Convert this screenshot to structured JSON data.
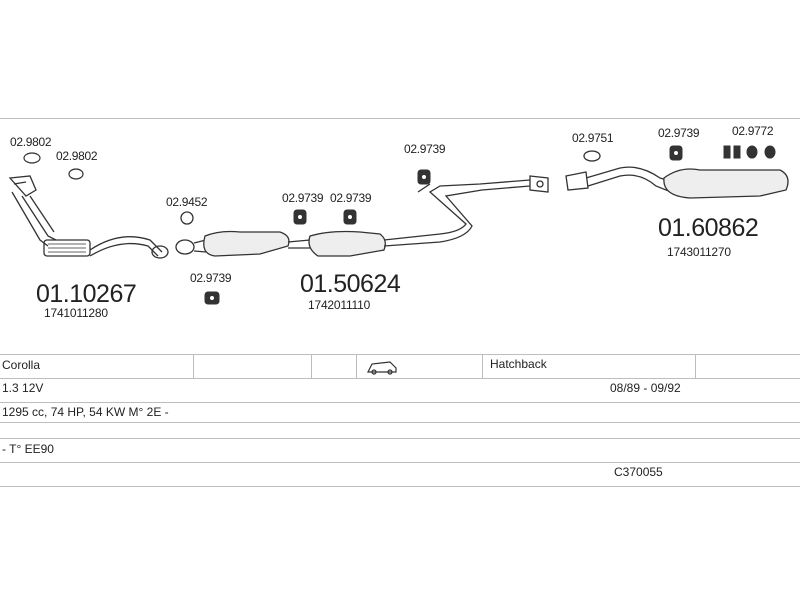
{
  "parts": {
    "clamp_left_a": "02.9802",
    "clamp_left_b": "02.9802",
    "gasket_a": "02.9452",
    "rubber_a": "02.9739",
    "rubber_b": "02.9739",
    "rubber_c": "02.9739",
    "rubber_d": "02.9739",
    "rubber_e": "02.9739",
    "gasket_b": "02.9751",
    "mount_set": "02.9772",
    "pipe_front_code": "01.10267",
    "pipe_front_oem": "1741011280",
    "mid_box_code": "01.50624",
    "mid_box_oem": "1742011110",
    "rear_box_code": "01.60862",
    "rear_box_oem": "1743011270"
  },
  "vehicle": {
    "model": "Corolla",
    "body": "Hatchback",
    "engine": "1.3 12V",
    "years": "08/89 - 09/92",
    "spec": "1295 cc, 74 HP, 54 KW M° 2E -",
    "type": "- T° EE90",
    "ref": "C370055"
  },
  "icons": {
    "car": "car-icon"
  }
}
